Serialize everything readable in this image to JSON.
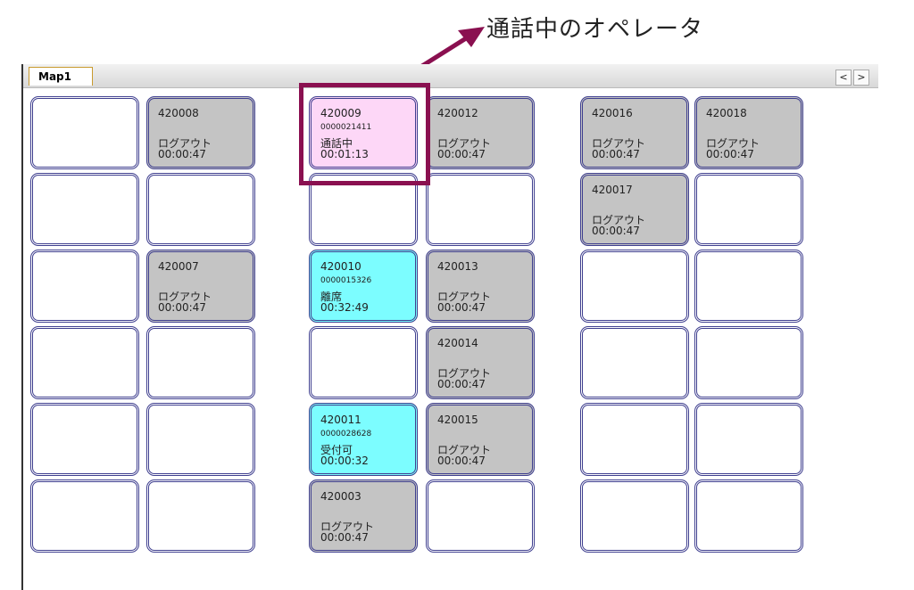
{
  "callout": {
    "label": "通話中のオペレータ",
    "color": "#8a1050"
  },
  "tabs": [
    {
      "label": "Map1"
    }
  ],
  "nav": {
    "prev": "<",
    "next": ">"
  },
  "seats": [
    [
      null,
      {
        "id": "420008",
        "status": "ログアウト",
        "time": "00:00:47",
        "state": "logout"
      },
      {
        "id": "420009",
        "number": "0000021411",
        "status": "通話中",
        "time": "00:01:13",
        "state": "talking"
      },
      {
        "id": "420012",
        "status": "ログアウト",
        "time": "00:00:47",
        "state": "logout"
      },
      {
        "id": "420016",
        "status": "ログアウト",
        "time": "00:00:47",
        "state": "logout"
      },
      {
        "id": "420018",
        "status": "ログアウト",
        "time": "00:00:47",
        "state": "logout"
      }
    ],
    [
      null,
      null,
      null,
      null,
      {
        "id": "420017",
        "status": "ログアウト",
        "time": "00:00:47",
        "state": "logout"
      },
      null
    ],
    [
      null,
      {
        "id": "420007",
        "status": "ログアウト",
        "time": "00:00:47",
        "state": "logout"
      },
      {
        "id": "420010",
        "number": "0000015326",
        "status": "離席",
        "time": "00:32:49",
        "state": "available"
      },
      {
        "id": "420013",
        "status": "ログアウト",
        "time": "00:00:47",
        "state": "logout"
      },
      null,
      null
    ],
    [
      null,
      null,
      null,
      {
        "id": "420014",
        "status": "ログアウト",
        "time": "00:00:47",
        "state": "logout"
      },
      null,
      null
    ],
    [
      null,
      null,
      {
        "id": "420011",
        "number": "0000028628",
        "status": "受付可",
        "time": "00:00:32",
        "state": "available"
      },
      {
        "id": "420015",
        "status": "ログアウト",
        "time": "00:00:47",
        "state": "logout"
      },
      null,
      null
    ],
    [
      null,
      null,
      {
        "id": "420003",
        "status": "ログアウト",
        "time": "00:00:47",
        "state": "logout"
      },
      null,
      null,
      null
    ]
  ],
  "colors": {
    "logout": "#c4c4c4",
    "talking": "#fdd7f7",
    "available": "#7cfdff",
    "border": "#3f3f8f"
  }
}
